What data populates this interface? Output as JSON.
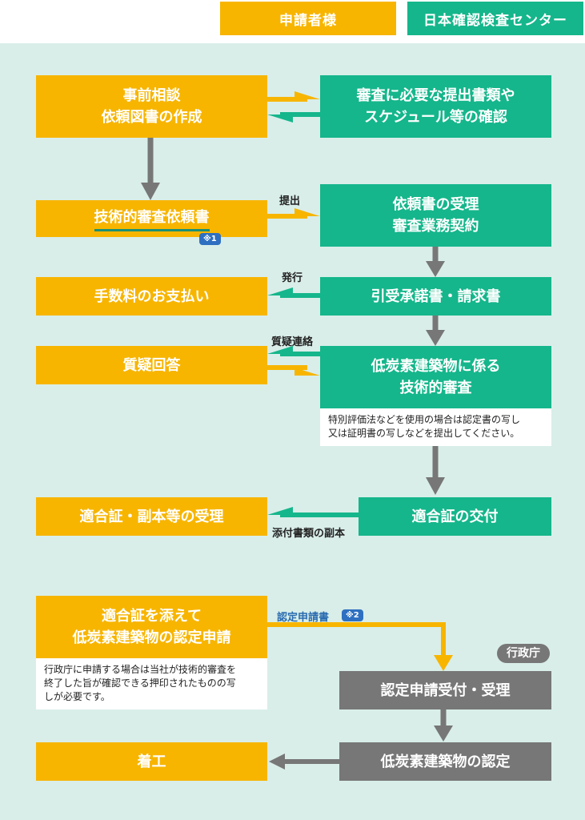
{
  "header": {
    "applicant": "申請者様",
    "center": "日本確認検査センター"
  },
  "colors": {
    "applicant": "#f7b500",
    "center": "#15b68b",
    "authority": "#777777",
    "background": "#d9eee9"
  },
  "steps": {
    "consult": [
      "事前相談",
      "依頼図書の作成"
    ],
    "confirm": [
      "審査に必要な提出書類や",
      "スケジュール等の確認"
    ],
    "request": "技術的審査依頼書",
    "request_badge": "※1",
    "accept": [
      "依頼書の受理",
      "審査業務契約"
    ],
    "payment": "手数料のお支払い",
    "invoice": "引受承諾書・請求書",
    "answer": "質疑回答",
    "review": [
      "低炭素建築物に係る",
      "技術的審査"
    ],
    "review_note": [
      "特別評価法などを使用の場合は認定書の写し",
      "又は証明書の写しなどを提出してください。"
    ],
    "receive": "適合証・副本等の受理",
    "issue": "適合証の交付",
    "apply": [
      "適合証を添えて",
      "低炭素建築物の認定申請"
    ],
    "apply_note": [
      "行政庁に申請する場合は当社が技術的審査を",
      "終了した旨が確認できる押印されたものの写",
      "しが必要です。"
    ],
    "authority": "行政庁",
    "auth_accept": "認定申請受付・受理",
    "auth_certify": "低炭素建築物の認定",
    "start": "着工"
  },
  "labels": {
    "submit": "提出",
    "issue": "発行",
    "question": "質疑連絡",
    "copy": "添付書類の副本",
    "cert_application": "認定申請書",
    "cert_badge": "※2"
  }
}
